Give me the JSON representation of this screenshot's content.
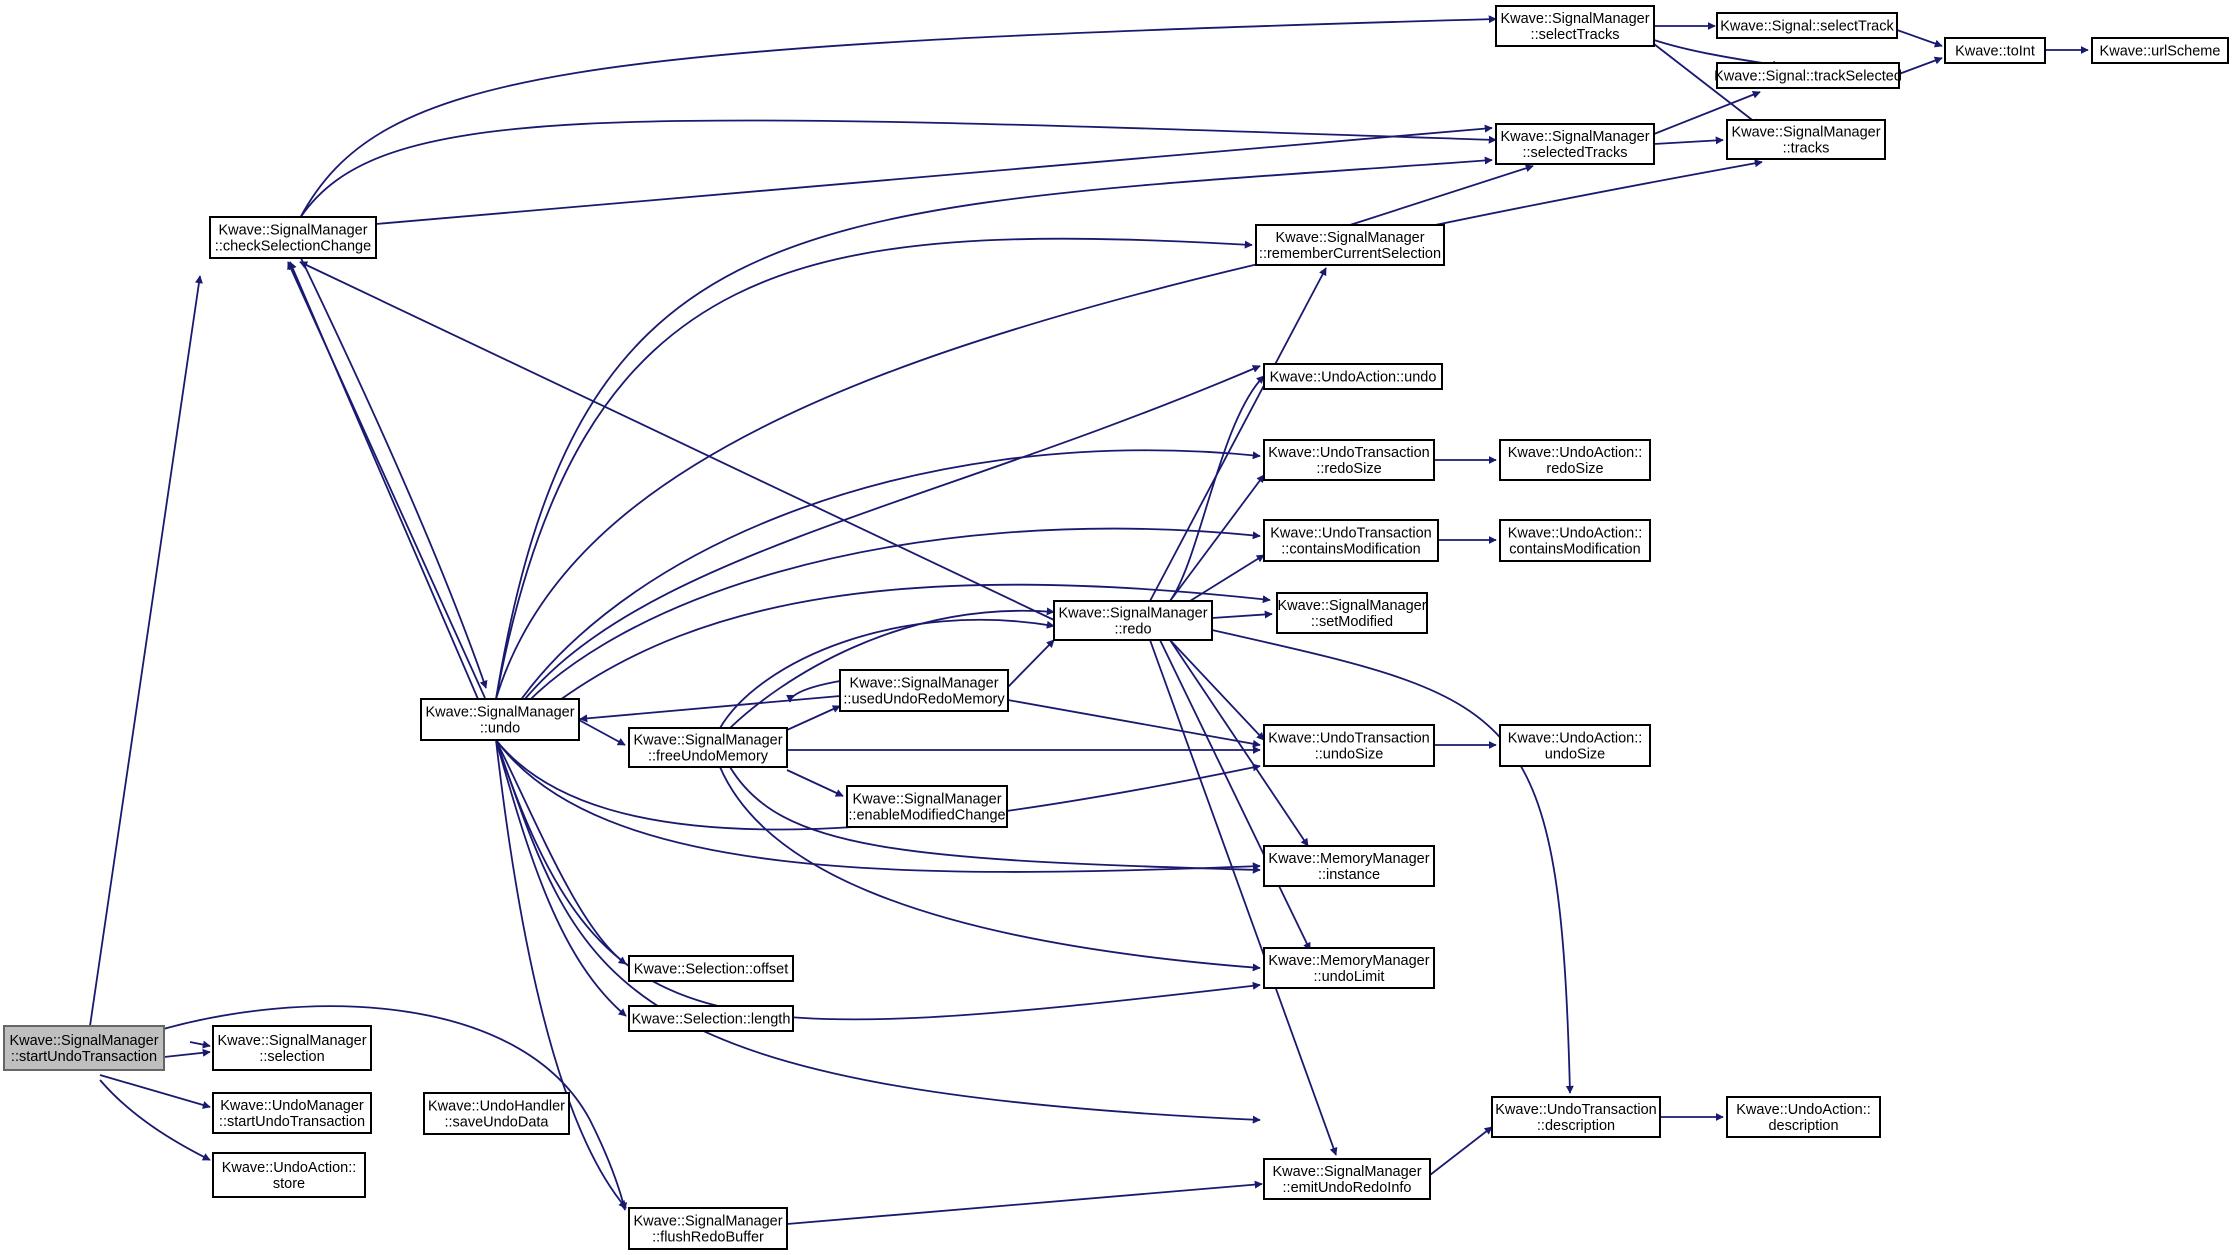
{
  "colors": {
    "edge": "#191970",
    "node_border": "#000000",
    "root_fill": "#bfbfbf",
    "node_fill": "#ffffff"
  },
  "nodes": [
    {
      "id": "startUndoTransaction",
      "lines": [
        "Kwave::SignalManager",
        "::startUndoTransaction"
      ],
      "root": true
    },
    {
      "id": "checkSelectionChange",
      "lines": [
        "Kwave::SignalManager",
        "::checkSelectionChange"
      ]
    },
    {
      "id": "selection",
      "lines": [
        "Kwave::SignalManager",
        "::selection"
      ]
    },
    {
      "id": "um_startUndoTransaction",
      "lines": [
        "Kwave::UndoManager",
        "::startUndoTransaction"
      ]
    },
    {
      "id": "ua_store",
      "lines": [
        "Kwave::UndoAction::",
        "store"
      ]
    },
    {
      "id": "undo",
      "lines": [
        "Kwave::SignalManager",
        "::undo"
      ]
    },
    {
      "id": "saveUndoData",
      "lines": [
        "Kwave::UndoHandler",
        "::saveUndoData"
      ]
    },
    {
      "id": "freeUndoMemory",
      "lines": [
        "Kwave::SignalManager",
        "::freeUndoMemory"
      ]
    },
    {
      "id": "sel_offset",
      "lines": [
        "Kwave::Selection::offset"
      ]
    },
    {
      "id": "sel_length",
      "lines": [
        "Kwave::Selection::length"
      ]
    },
    {
      "id": "flushRedoBuffer",
      "lines": [
        "Kwave::SignalManager",
        "::flushRedoBuffer"
      ]
    },
    {
      "id": "usedUndoRedoMemory",
      "lines": [
        "Kwave::SignalManager",
        "::usedUndoRedoMemory"
      ]
    },
    {
      "id": "enableModifiedChange",
      "lines": [
        "Kwave::SignalManager",
        "::enableModifiedChange"
      ]
    },
    {
      "id": "redo",
      "lines": [
        "Kwave::SignalManager",
        "::redo"
      ]
    },
    {
      "id": "rememberCurrentSelection",
      "lines": [
        "Kwave::SignalManager",
        "::rememberCurrentSelection"
      ]
    },
    {
      "id": "ua_undo",
      "lines": [
        "Kwave::UndoAction::undo"
      ]
    },
    {
      "id": "ut_redoSize",
      "lines": [
        "Kwave::UndoTransaction",
        "::redoSize"
      ]
    },
    {
      "id": "ut_containsModification",
      "lines": [
        "Kwave::UndoTransaction",
        "::containsModification"
      ]
    },
    {
      "id": "setModified",
      "lines": [
        "Kwave::SignalManager",
        "::setModified"
      ]
    },
    {
      "id": "ut_undoSize",
      "lines": [
        "Kwave::UndoTransaction",
        "::undoSize"
      ]
    },
    {
      "id": "mm_instance",
      "lines": [
        "Kwave::MemoryManager",
        "::instance"
      ]
    },
    {
      "id": "mm_undoLimit",
      "lines": [
        "Kwave::MemoryManager",
        "::undoLimit"
      ]
    },
    {
      "id": "emitUndoRedoInfo",
      "lines": [
        "Kwave::SignalManager",
        "::emitUndoRedoInfo"
      ]
    },
    {
      "id": "ut_description",
      "lines": [
        "Kwave::UndoTransaction",
        "::description"
      ]
    },
    {
      "id": "ua_description",
      "lines": [
        "Kwave::UndoAction::",
        "description"
      ]
    },
    {
      "id": "selectTracks",
      "lines": [
        "Kwave::SignalManager",
        "::selectTracks"
      ]
    },
    {
      "id": "selectedTracks",
      "lines": [
        "Kwave::SignalManager",
        "::selectedTracks"
      ]
    },
    {
      "id": "signal_selectTrack",
      "lines": [
        "Kwave::Signal::selectTrack"
      ]
    },
    {
      "id": "signal_trackSelected",
      "lines": [
        "Kwave::Signal::trackSelected"
      ]
    },
    {
      "id": "tracks",
      "lines": [
        "Kwave::SignalManager",
        "::tracks"
      ]
    },
    {
      "id": "toInt",
      "lines": [
        "Kwave::toInt"
      ]
    },
    {
      "id": "urlScheme",
      "lines": [
        "Kwave::urlScheme"
      ]
    },
    {
      "id": "ua_redoSize",
      "lines": [
        "Kwave::UndoAction::",
        "redoSize"
      ]
    },
    {
      "id": "ua_containsModification",
      "lines": [
        "Kwave::UndoAction::",
        "containsModification"
      ]
    },
    {
      "id": "ua_undoSize",
      "lines": [
        "Kwave::UndoAction::",
        "undoSize"
      ]
    }
  ]
}
